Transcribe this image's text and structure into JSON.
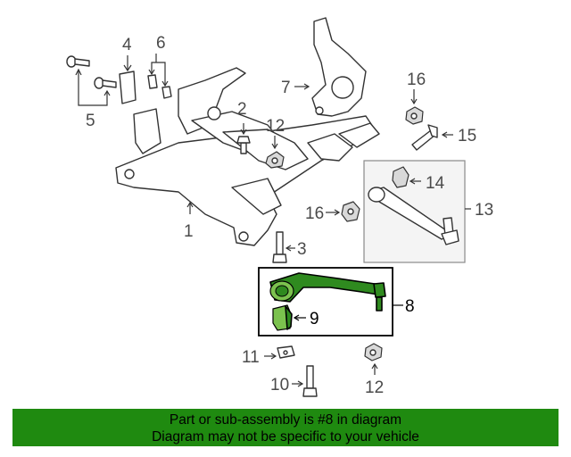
{
  "callouts": {
    "c1": "1",
    "c2": "2",
    "c3": "3",
    "c4": "4",
    "c5": "5",
    "c6": "6",
    "c7": "7",
    "c8": "8",
    "c9": "9",
    "c10": "10",
    "c11": "11",
    "c12a": "12",
    "c12b": "12",
    "c13": "13",
    "c14": "14",
    "c15": "15",
    "c16a": "16",
    "c16b": "16"
  },
  "highlight_color": "#2f8a1f",
  "banner": {
    "line1": "Part or sub-assembly is #8 in diagram",
    "line2": "Diagram may not be specific to your vehicle",
    "color": "#1f8a10"
  }
}
